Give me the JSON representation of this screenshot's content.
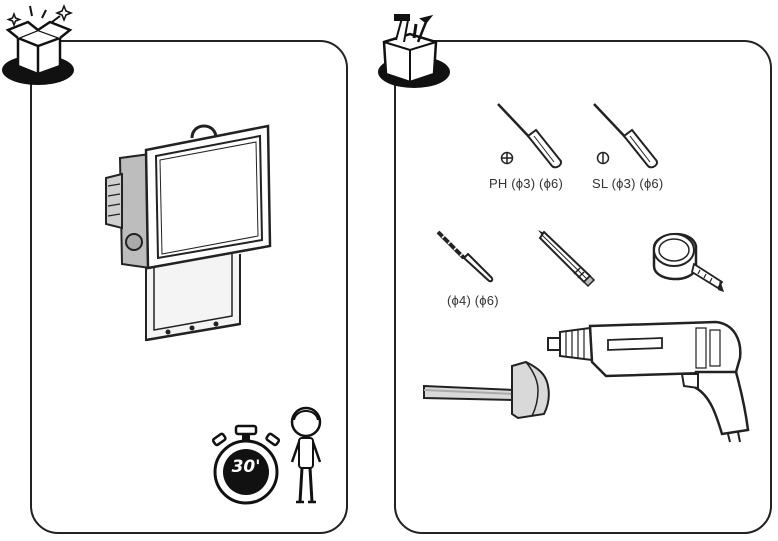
{
  "left_panel": {
    "icons": [
      "open-box-icon",
      "floodlight-icon",
      "stopwatch-icon",
      "person-icon"
    ],
    "install_time": "30'"
  },
  "right_panel": {
    "icons": [
      "toolbox-icon",
      "phillips-screwdriver-icon",
      "slotted-screwdriver-icon",
      "drill-bit-icon",
      "pencil-icon",
      "tape-measure-icon",
      "hammer-icon",
      "power-drill-icon"
    ],
    "tools": {
      "phillips_label": "PH (ϕ3) (ϕ6)",
      "slotted_label": "SL (ϕ3) (ϕ6)",
      "drill_bits_label": "(ϕ4) (ϕ6)"
    }
  },
  "colors": {
    "outline": "#222222",
    "badge": "#111111",
    "fill_grey": "#d9d9d9"
  }
}
